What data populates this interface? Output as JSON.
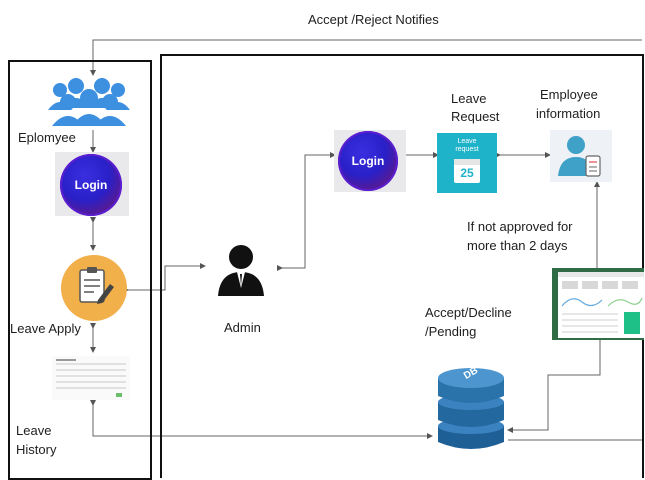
{
  "top_label": "Accept /Reject Notifies",
  "employee": {
    "label": "Eplomyee",
    "icon": "group-of-people-icon"
  },
  "login_left": {
    "label": "Login"
  },
  "leave_apply": {
    "label": "Leave Apply",
    "icon": "form-with-pen-icon"
  },
  "leave_history": {
    "label_line1": "Leave",
    "label_line2": "History"
  },
  "admin": {
    "label": "Admin",
    "icon": "admin-person-icon"
  },
  "login_right": {
    "label": "Login"
  },
  "leave_request": {
    "label_line1": "Leave",
    "label_line2": "Request",
    "tile_line1": "Leave",
    "tile_line2": "request",
    "calendar_day": "25"
  },
  "employee_info": {
    "label_line1": "Employee",
    "label_line2": "information",
    "icon": "employee-info-icon"
  },
  "not_approved": {
    "line1": "If not approved for",
    "line2": "more than 2 days"
  },
  "accept_decline": {
    "line1": "Accept/Decline",
    "line2": "/Pending"
  },
  "database": {
    "label": "DB",
    "icon": "database-cylinder-icon"
  },
  "colors": {
    "login_blue": "#2a20c8",
    "leave_request_teal": "#1fb3c9",
    "db_blue": "#2a6aa6",
    "leave_apply_orange": "#f2b04a"
  }
}
